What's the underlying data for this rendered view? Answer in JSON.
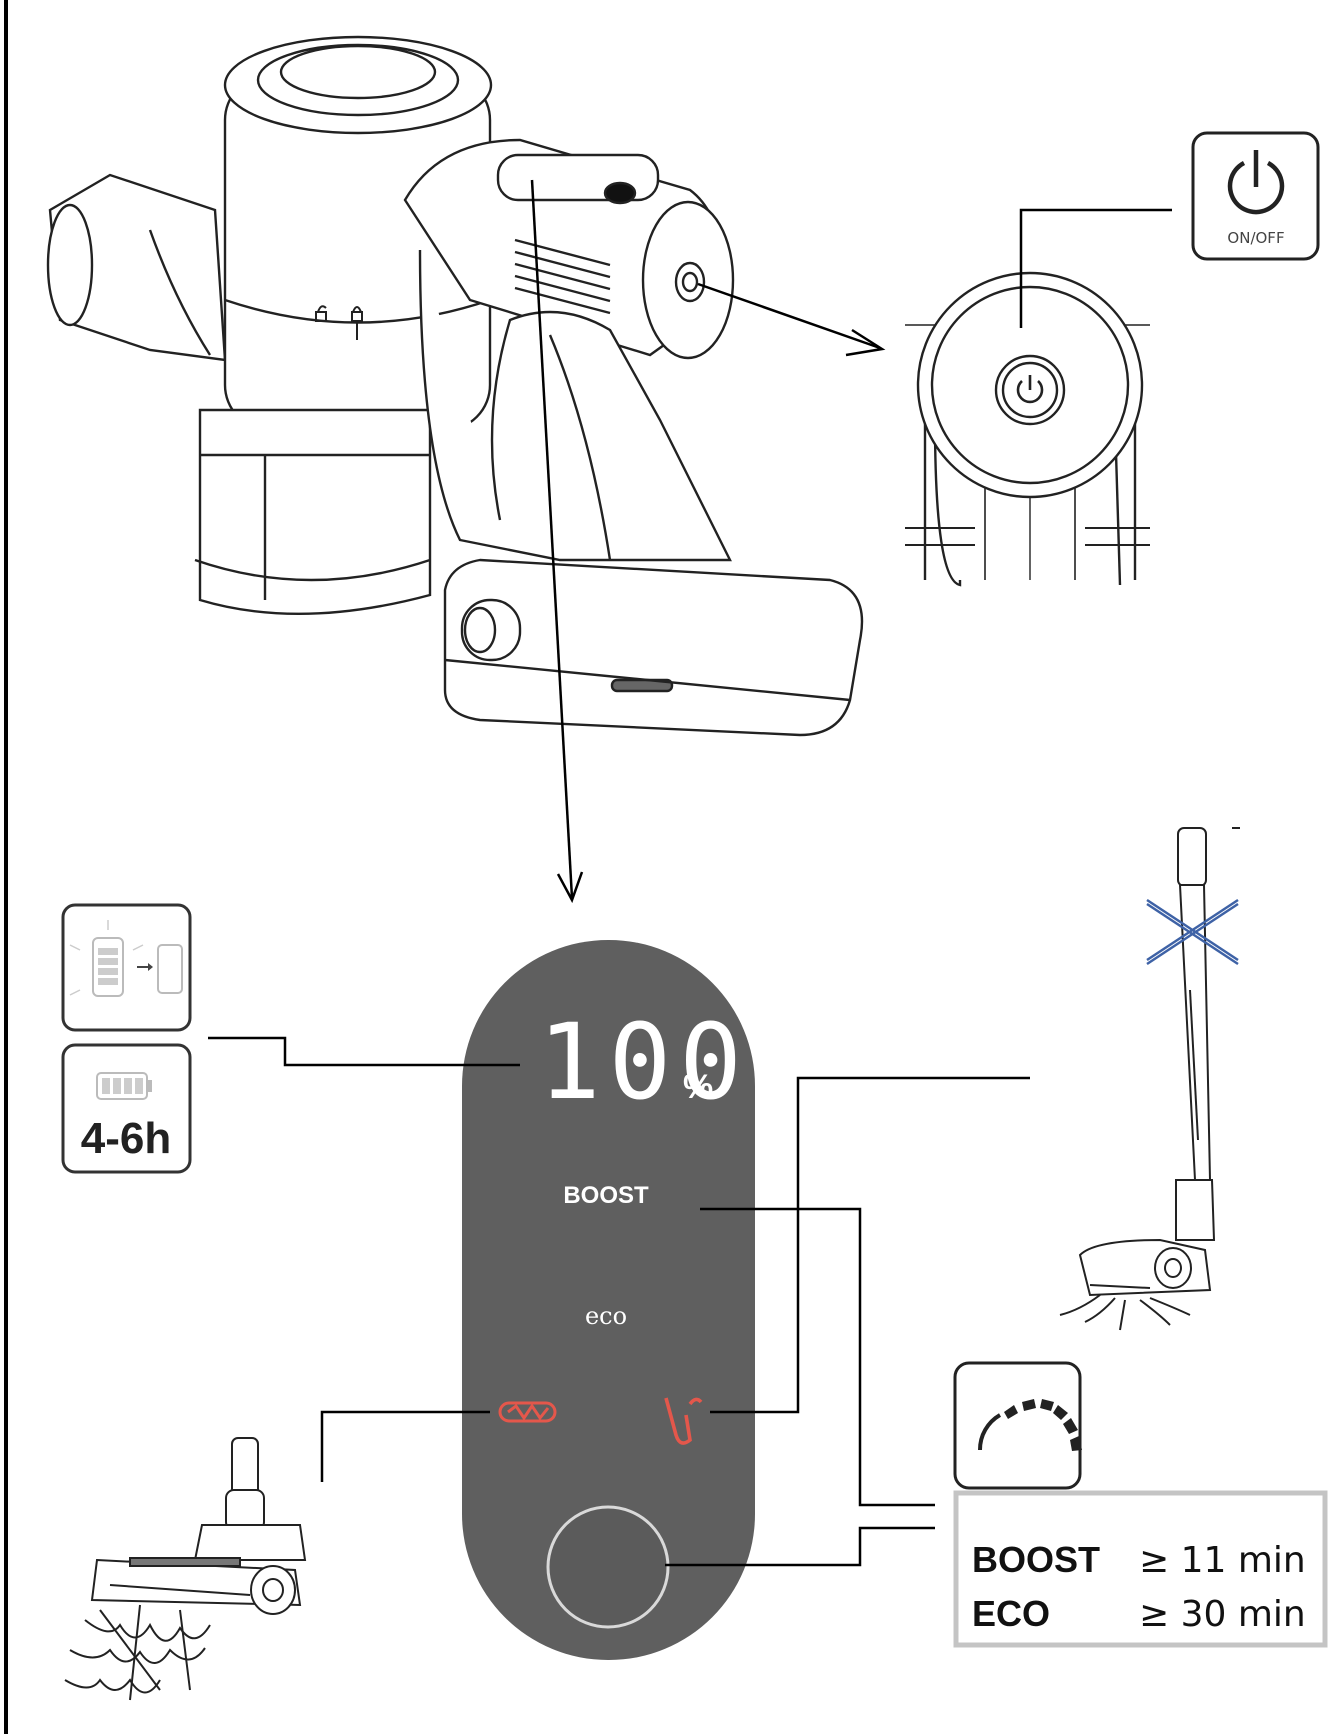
{
  "power_icon": {
    "label": "ON/OFF"
  },
  "display": {
    "battery_value": "100",
    "battery_unit": "%",
    "mode_boost": "BOOST",
    "mode_eco": "eco"
  },
  "charge_icon": {
    "time": "4-6h"
  },
  "runtime_table": {
    "rows": [
      {
        "mode": "BOOST",
        "time": "≥ 11 min"
      },
      {
        "mode": "ECO",
        "time": "≥ 30 min"
      }
    ]
  },
  "colors": {
    "panel": "#5f5f5f",
    "led_red": "#e4574b",
    "line": "#000000",
    "blue_cross": "#3e62a6"
  }
}
